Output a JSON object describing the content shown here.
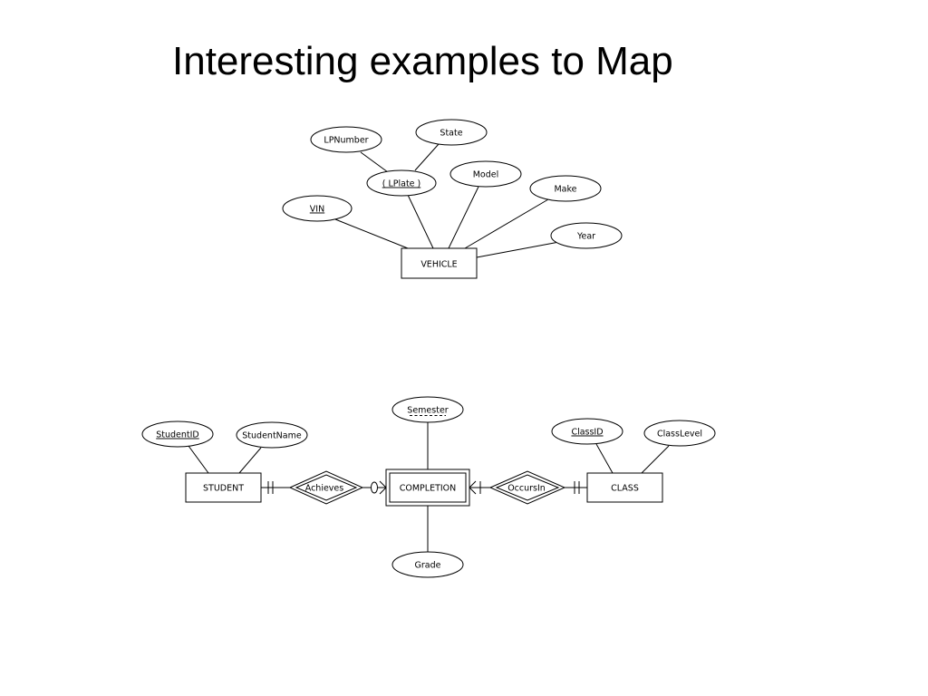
{
  "slide": {
    "title": "Interesting examples to Map"
  },
  "vehicle_diagram": {
    "entity": "VEHICLE",
    "attributes": {
      "vin": "VIN",
      "lplate": "( LPlate )",
      "lpnumber": "LPNumber",
      "state": "State",
      "model": "Model",
      "make": "Make",
      "year": "Year"
    }
  },
  "completion_diagram": {
    "entities": {
      "student": "STUDENT",
      "completion": "COMPLETION",
      "class": "CLASS"
    },
    "relationships": {
      "achieves": "Achieves",
      "occurs_in": "OccursIn"
    },
    "attributes": {
      "student_id": "StudentID",
      "student_name": "StudentName",
      "semester": "Semester",
      "grade": "Grade",
      "class_id": "ClassID",
      "class_level": "ClassLevel"
    }
  }
}
